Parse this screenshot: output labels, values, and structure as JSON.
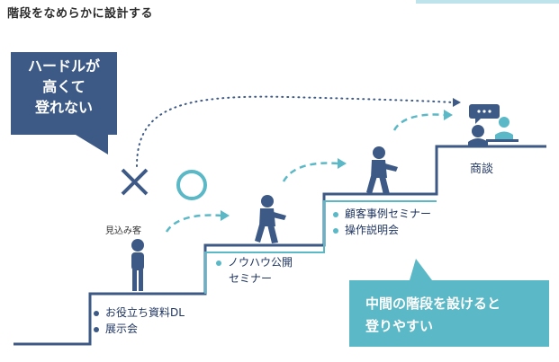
{
  "title": "階段をなめらかに設計する",
  "left_bubble": {
    "lines": [
      "ハードルが",
      "高くて",
      "登れない"
    ]
  },
  "prospect_label": "見込み客",
  "x_mark": "✕",
  "steps": [
    {
      "items": [
        "お役立ち資料DL",
        "展示会"
      ]
    },
    {
      "items": [
        "ノウハウ公開",
        "セミナー"
      ]
    },
    {
      "items": [
        "顧客事例セミナー",
        "操作説明会"
      ]
    }
  ],
  "top_label": "商談",
  "right_bubble": {
    "lines": [
      "中間の階段を設けると",
      "登りやすい"
    ]
  },
  "colors": {
    "navy": "#3d5a86",
    "teal": "#5bb8c6",
    "line_dark": "#3d5a86",
    "line_teal": "#5bb8c6"
  }
}
